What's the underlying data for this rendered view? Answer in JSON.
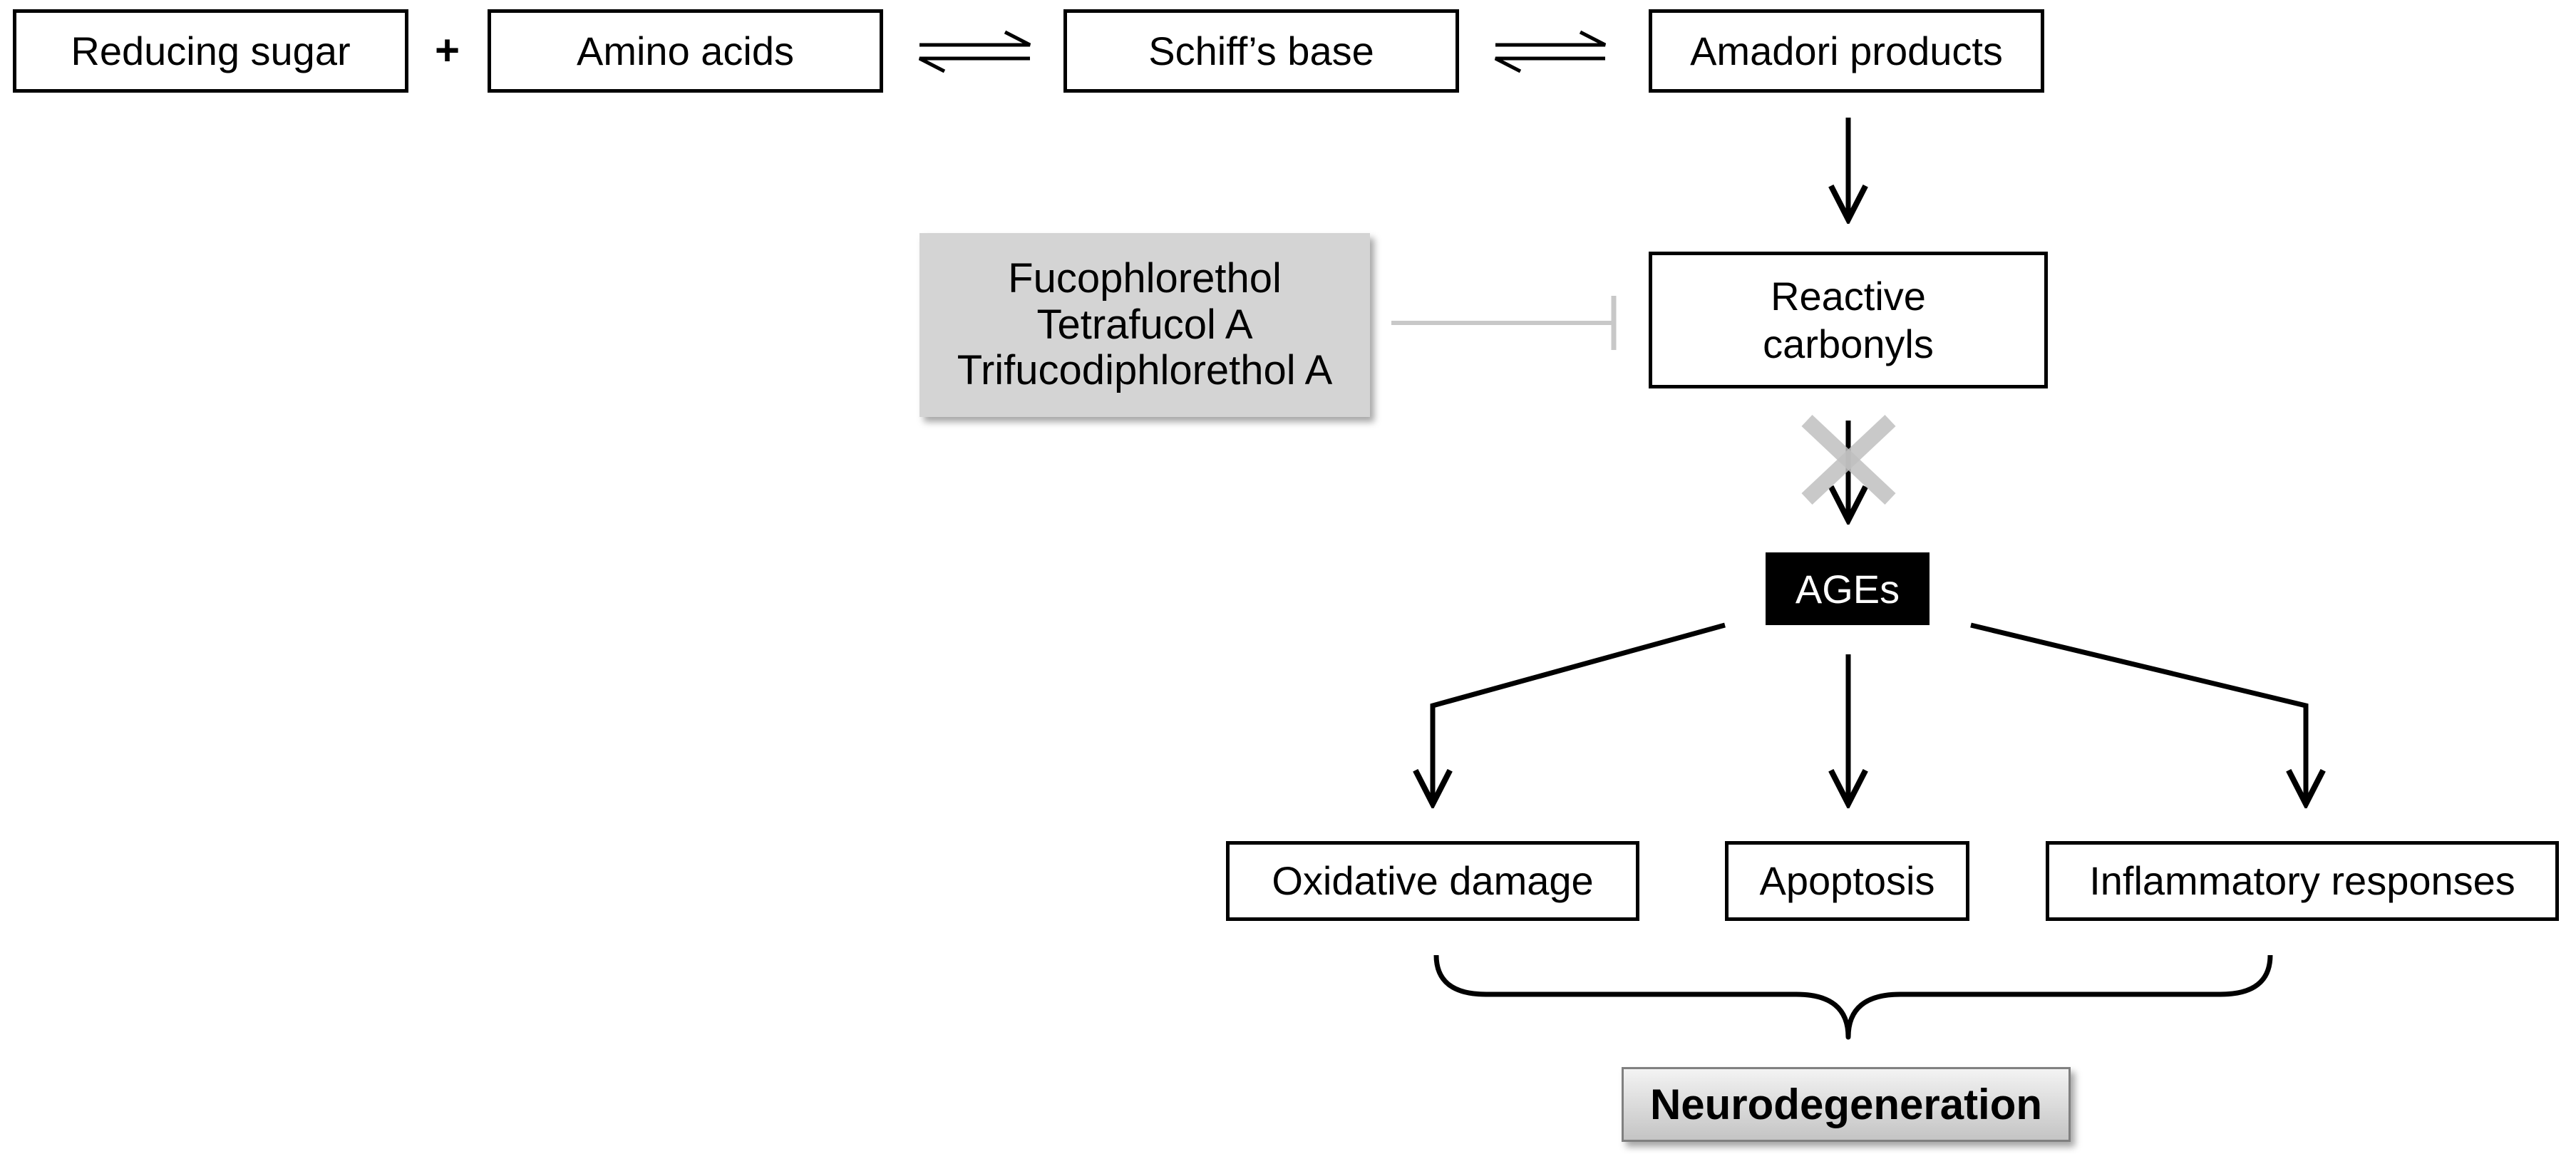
{
  "reaction": {
    "reducing_sugar": "Reducing sugar",
    "plus": "+",
    "amino_acids": "Amino acids",
    "schiffs_base": "Schiff’s base",
    "amadori_products": "Amadori products"
  },
  "reactive_carbonyls": [
    "Reactive",
    "carbonyls"
  ],
  "inhibitors": [
    "Fucophlorethol",
    "Tetrafucol A",
    "Trifucodiphlorethol A"
  ],
  "ages": "AGEs",
  "outcomes": {
    "oxidative_damage": "Oxidative damage",
    "apoptosis": "Apoptosis",
    "inflammatory_responses": "Inflammatory responses"
  },
  "neurodegeneration": "Neurodegeneration",
  "colors": {
    "inhibitor_fill": "#d4d4d4",
    "inhibition_line": "#c8c8c8",
    "block_cross": "#c0c0c0",
    "ages_fill": "#000000",
    "ages_text": "#ffffff"
  }
}
